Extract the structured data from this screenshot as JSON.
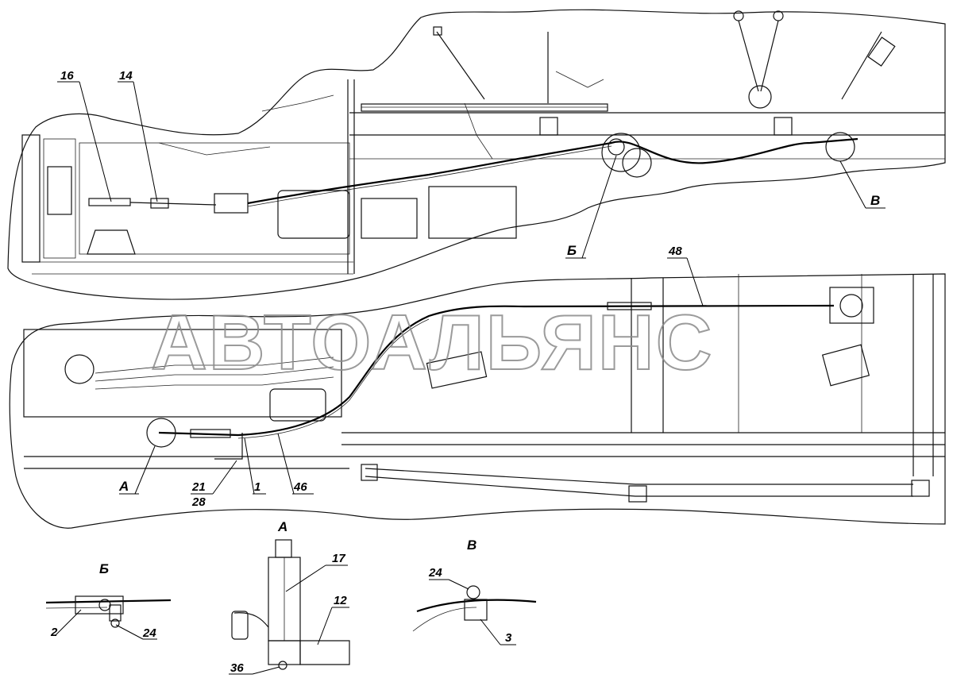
{
  "watermark": "АВТОАЛЬЯНС",
  "callouts": {
    "c16": "16",
    "c14": "14",
    "c48": "48",
    "cB_cyr": "Б",
    "cV": "В",
    "cA": "А",
    "c21": "21",
    "c28": "28",
    "c1": "1",
    "c46": "46"
  },
  "detail_views": {
    "view_b": {
      "title": "Б",
      "parts": [
        "2",
        "24"
      ]
    },
    "view_a": {
      "title": "А",
      "parts": [
        "17",
        "12",
        "36"
      ]
    },
    "view_v": {
      "title": "В",
      "parts": [
        "24",
        "3"
      ]
    }
  },
  "colors": {
    "line": "#111111",
    "watermark": "#8a8a8a",
    "background": "#ffffff"
  }
}
